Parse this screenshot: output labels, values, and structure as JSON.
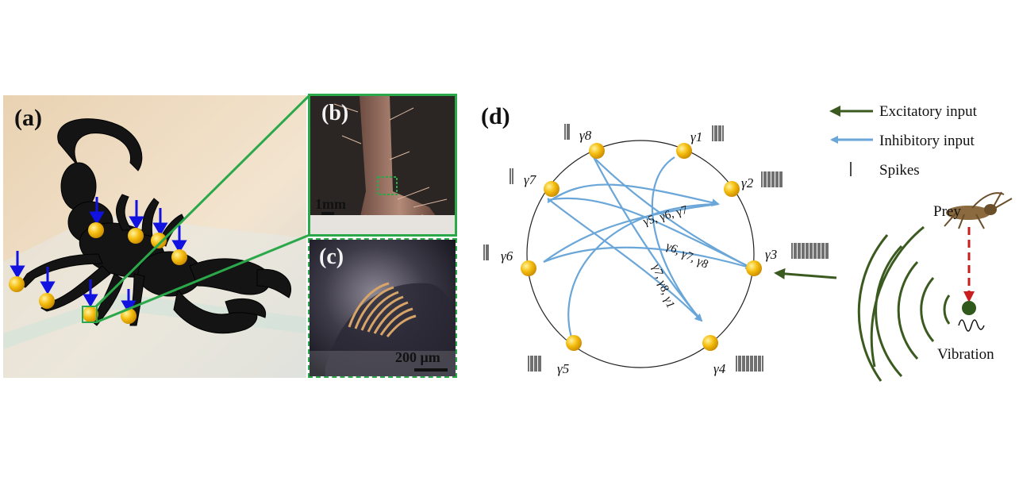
{
  "panels": {
    "a": {
      "label": "(a)"
    },
    "b": {
      "label": "(b)",
      "scale": "1mm"
    },
    "c": {
      "label": "(c)",
      "scale": "200 μm"
    },
    "d": {
      "label": "(d)"
    }
  },
  "legend": {
    "excitatory": "Excitatory input",
    "inhibitory": "Inhibitory input",
    "spikes": "Spikes"
  },
  "neurons": [
    "γ1",
    "γ2",
    "γ3",
    "γ4",
    "γ5",
    "γ6",
    "γ7",
    "γ8"
  ],
  "connection_labels": {
    "to_gamma2": "γ5, γ6, γ7",
    "to_gamma3": "γ6, γ7, γ8",
    "to_gamma4": "γ7, γ8, γ1"
  },
  "prey_label": "Prey",
  "vibration_label": "Vibration",
  "colors": {
    "excitatory": "#3a5a1f",
    "inhibitory": "#6aa6d8",
    "node": "#f2b400",
    "frame": "#2aa84a",
    "prey_arrow": "#c81e1e"
  }
}
